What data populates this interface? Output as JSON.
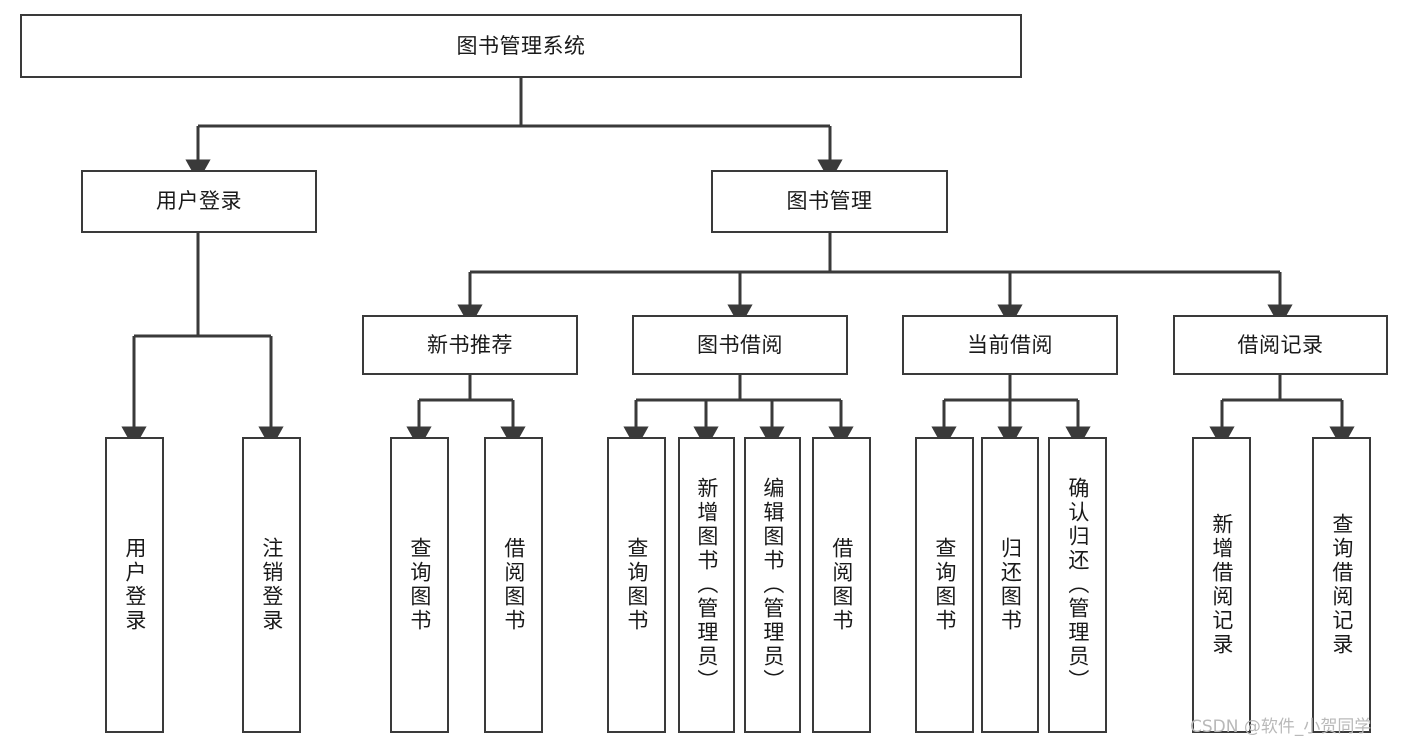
{
  "diagram": {
    "type": "tree-hierarchy-diagram",
    "title": "图书管理系统",
    "orientation": "top-down",
    "colors": {
      "node_border": "#3a3a3a",
      "node_fill": "#ffffff",
      "edge": "#3a3a3a",
      "text": "#1a1a1a",
      "watermark": "#b9b9b9",
      "background": "#ffffff"
    },
    "levels": {
      "root": {
        "label": "图书管理系统"
      },
      "level2": [
        {
          "label": "用户登录"
        },
        {
          "label": "图书管理"
        }
      ],
      "level3": [
        {
          "label": "新书推荐"
        },
        {
          "label": "图书借阅"
        },
        {
          "label": "当前借阅"
        },
        {
          "label": "借阅记录"
        }
      ],
      "leaves": [
        {
          "label": "用户登录",
          "parent": "用户登录"
        },
        {
          "label": "注销登录",
          "parent": "用户登录"
        },
        {
          "label": "查询图书",
          "parent": "新书推荐"
        },
        {
          "label": "借阅图书",
          "parent": "新书推荐"
        },
        {
          "label": "查询图书",
          "parent": "图书借阅"
        },
        {
          "label": "新增图书（管理员）",
          "parent": "图书借阅"
        },
        {
          "label": "编辑图书（管理员）",
          "parent": "图书借阅"
        },
        {
          "label": "借阅图书",
          "parent": "图书借阅"
        },
        {
          "label": "查询图书",
          "parent": "当前借阅"
        },
        {
          "label": "归还图书",
          "parent": "当前借阅"
        },
        {
          "label": "确认归还（管理员）",
          "parent": "当前借阅"
        },
        {
          "label": "新增借阅记录",
          "parent": "借阅记录"
        },
        {
          "label": "查询借阅记录",
          "parent": "借阅记录"
        }
      ]
    },
    "watermark": "CSDN @软件_小贺同学"
  }
}
